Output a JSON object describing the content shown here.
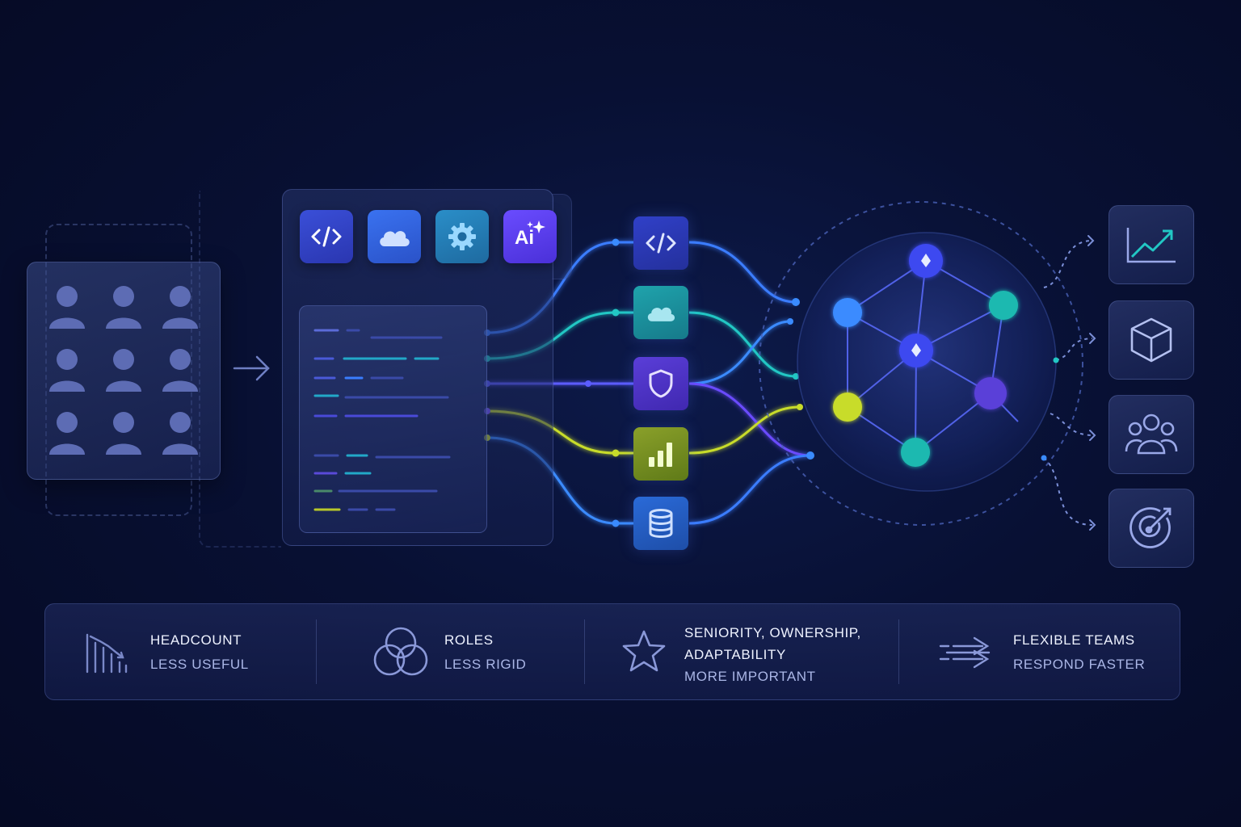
{
  "stages": {
    "team": {
      "people_count": 9
    },
    "tools": {
      "apps": [
        "code-icon",
        "cloud-icon",
        "gear-icon",
        "ai-sparkle-icon"
      ],
      "ai_label": "Ai"
    },
    "services": [
      "code-icon",
      "cloud-icon",
      "shield-icon",
      "bar-chart-icon",
      "database-icon"
    ],
    "network": {
      "nodes": 7
    },
    "outcomes": [
      "trend-up-icon",
      "cube-icon",
      "team-icon",
      "target-icon"
    ]
  },
  "highlights": [
    {
      "icon": "declining-bars-icon",
      "title": "HEADCOUNT",
      "subtitle": "LESS USEFUL"
    },
    {
      "icon": "venn-icon",
      "title": "ROLES",
      "subtitle": "LESS RIGID"
    },
    {
      "icon": "star-icon",
      "title_line1": "SENIORITY, OWNERSHIP,",
      "title_line2": "ADAPTABILITY",
      "subtitle": "MORE IMPORTANT"
    },
    {
      "icon": "fast-arrows-icon",
      "title": "FLEXIBLE TEAMS",
      "subtitle": "RESPOND FASTER"
    }
  ],
  "colors": {
    "background": "#060c2a",
    "blue": "#3a8bff",
    "teal": "#1fc7c0",
    "purple": "#6a4cff",
    "lime": "#c8dc2a",
    "indigo": "#3a49e0"
  }
}
